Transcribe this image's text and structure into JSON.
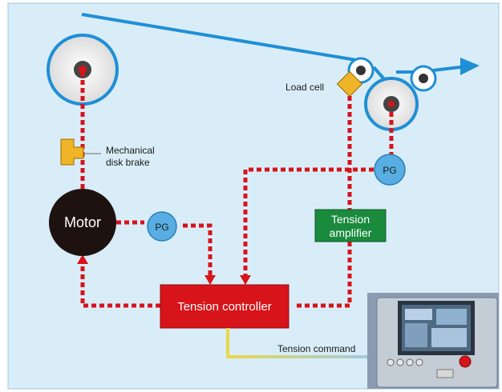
{
  "labels": {
    "load_cell": "Load cell",
    "brake_line1": "Mechanical",
    "brake_line2": "disk brake",
    "motor": "Motor",
    "pg_motor": "PG",
    "pg_roller": "PG",
    "amplifier_line1": "Tension",
    "amplifier_line2": "amplifier",
    "controller": "Tension controller",
    "command": "Tension command"
  },
  "colors": {
    "panel_bg": "#d9edf8",
    "web": "#1f8fd6",
    "signal_line": "#d7141a",
    "controller_fill": "#d7141a",
    "amplifier_fill": "#1a8a3c",
    "pg_fill": "#58aee3",
    "motor_fill": "#1e1211",
    "brake_fill": "#f0b429",
    "command_line_start": "#e8d84c",
    "command_line_end": "#9ec9e8"
  },
  "icons": {
    "terminal": "touch-panel-terminal-icon"
  }
}
